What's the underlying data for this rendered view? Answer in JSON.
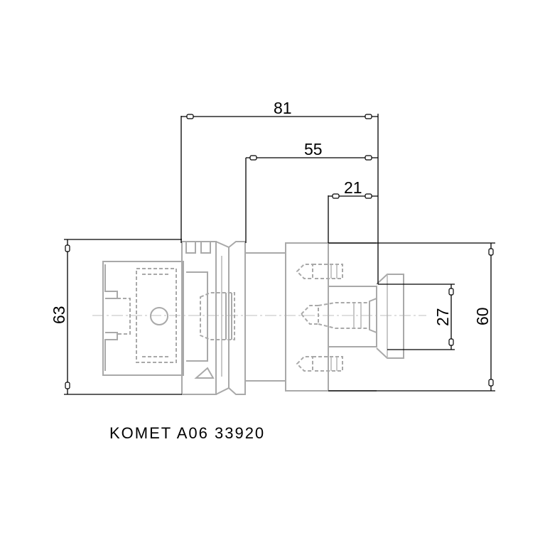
{
  "dimensions": {
    "overall_length": "81",
    "mid_length": "55",
    "short_length": "21",
    "left_diameter": "63",
    "right_diameter": "60",
    "bore_diameter": "27"
  },
  "caption": "KOMET A06 33920",
  "colors": {
    "part_outline": "#a9a9a9",
    "dimension_lines": "#000000",
    "background": "#ffffff"
  }
}
